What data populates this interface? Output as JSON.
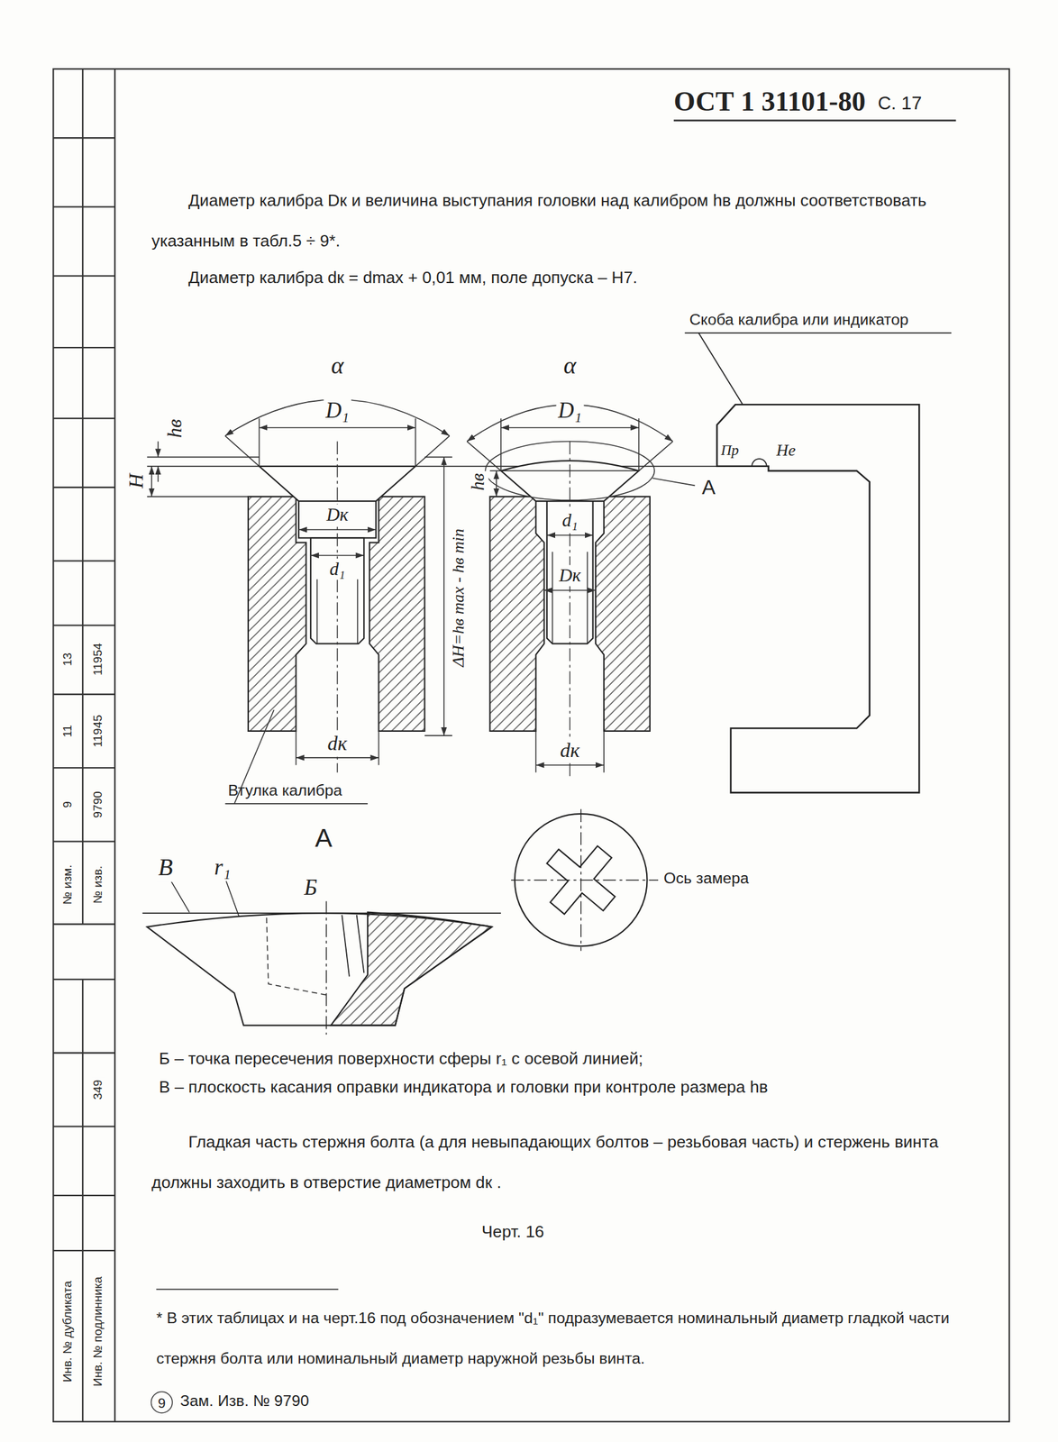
{
  "diagram": {
    "caption": "Черт. 16",
    "nodes": [
      {
        "text": [
          "9"
        ]
      }
    ],
    "labels": [
      "ОСТ 1 31101-80",
      "С. 17",
      "Диаметр калибра Dк и величина выступания головки над калибром hв должны соответствовать указанным в табл.5 ÷ 9*.",
      "Диаметр калибра dк = dmax + 0,01 мм, поле допуска – Н7.",
      "Скоба калибра или индикатор",
      "α",
      "α",
      "D₁",
      "D₁",
      "hв",
      "H",
      "Dк",
      "d₁",
      "ΔH=hв max - hв min",
      "hв",
      "Пр",
      "Не",
      "А",
      "d₁",
      "Dк",
      "dк",
      "dк",
      "Втулка калибра",
      "А",
      "В",
      "r₁",
      "Б",
      "Ось замера",
      "Б – точка пересечения поверхности сферы r₁ с осевой линией;",
      "В – плоскость касания оправки индикатора и головки при контроле размера hв",
      "Гладкая часть стержня болта (а для невыпадающих болтов – резьбовая часть) и стержень винта должны заходить в отверстие диаметром dк .",
      "* В этих таблицах и на черт.16 под обозначением \"d₁\" подразумевается номинальный диаметр гладкой части стержня болта или номинальный диаметр наружной резьбы винта.",
      "Зам. Изв. № 9790",
      "№ изм.",
      "№ изв.",
      "9",
      "9790",
      "11",
      "11945",
      "13",
      "11954",
      "349",
      "Инв. № дубликата",
      "Инв. № подлинника"
    ]
  }
}
